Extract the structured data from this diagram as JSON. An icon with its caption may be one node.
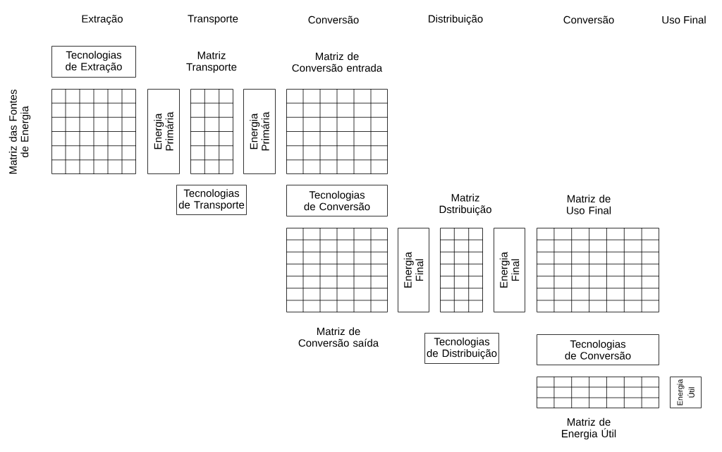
{
  "diagram": {
    "nodes": [
      {
        "text": [
          "Tecnologias de Extração"
        ]
      },
      {
        "text": [],
        "shape": "grid",
        "beside": [
          "Matriz das Fontes de Energia"
        ]
      },
      {
        "text": [
          "Energia Primária"
        ]
      },
      {
        "text": [],
        "shape": "grid",
        "beside": [
          "Matriz Transporte"
        ]
      },
      {
        "text": [
          "Energia Primária"
        ]
      },
      {
        "text": [],
        "shape": "grid",
        "beside": [
          "Matriz de Conversão entrada"
        ]
      },
      {
        "text": [
          "Tecnologias de Transporte"
        ]
      },
      {
        "text": [
          "Tecnologias de Conversão"
        ]
      },
      {
        "text": [],
        "shape": "grid",
        "beside": [
          "Matriz de Conversão saída"
        ]
      },
      {
        "text": [
          "Energia Final"
        ]
      },
      {
        "text": [],
        "shape": "grid",
        "beside": [
          "Matriz Dstribuição"
        ]
      },
      {
        "text": [
          "Energia Final"
        ]
      },
      {
        "text": [],
        "shape": "grid",
        "beside": [
          "Matriz de Uso Final"
        ]
      },
      {
        "text": [
          "Tecnologias de Distribuição"
        ]
      },
      {
        "text": [
          "Tecnologias de Conversão"
        ]
      },
      {
        "text": [],
        "shape": "grid",
        "beside": [
          "Matriz de Energia Útil"
        ]
      },
      {
        "text": [
          "Energia Útil"
        ]
      }
    ],
    "labels": [
      "Extração",
      "Transporte",
      "Conversão",
      "Distribuição",
      "Conversão",
      "Uso Final"
    ]
  }
}
